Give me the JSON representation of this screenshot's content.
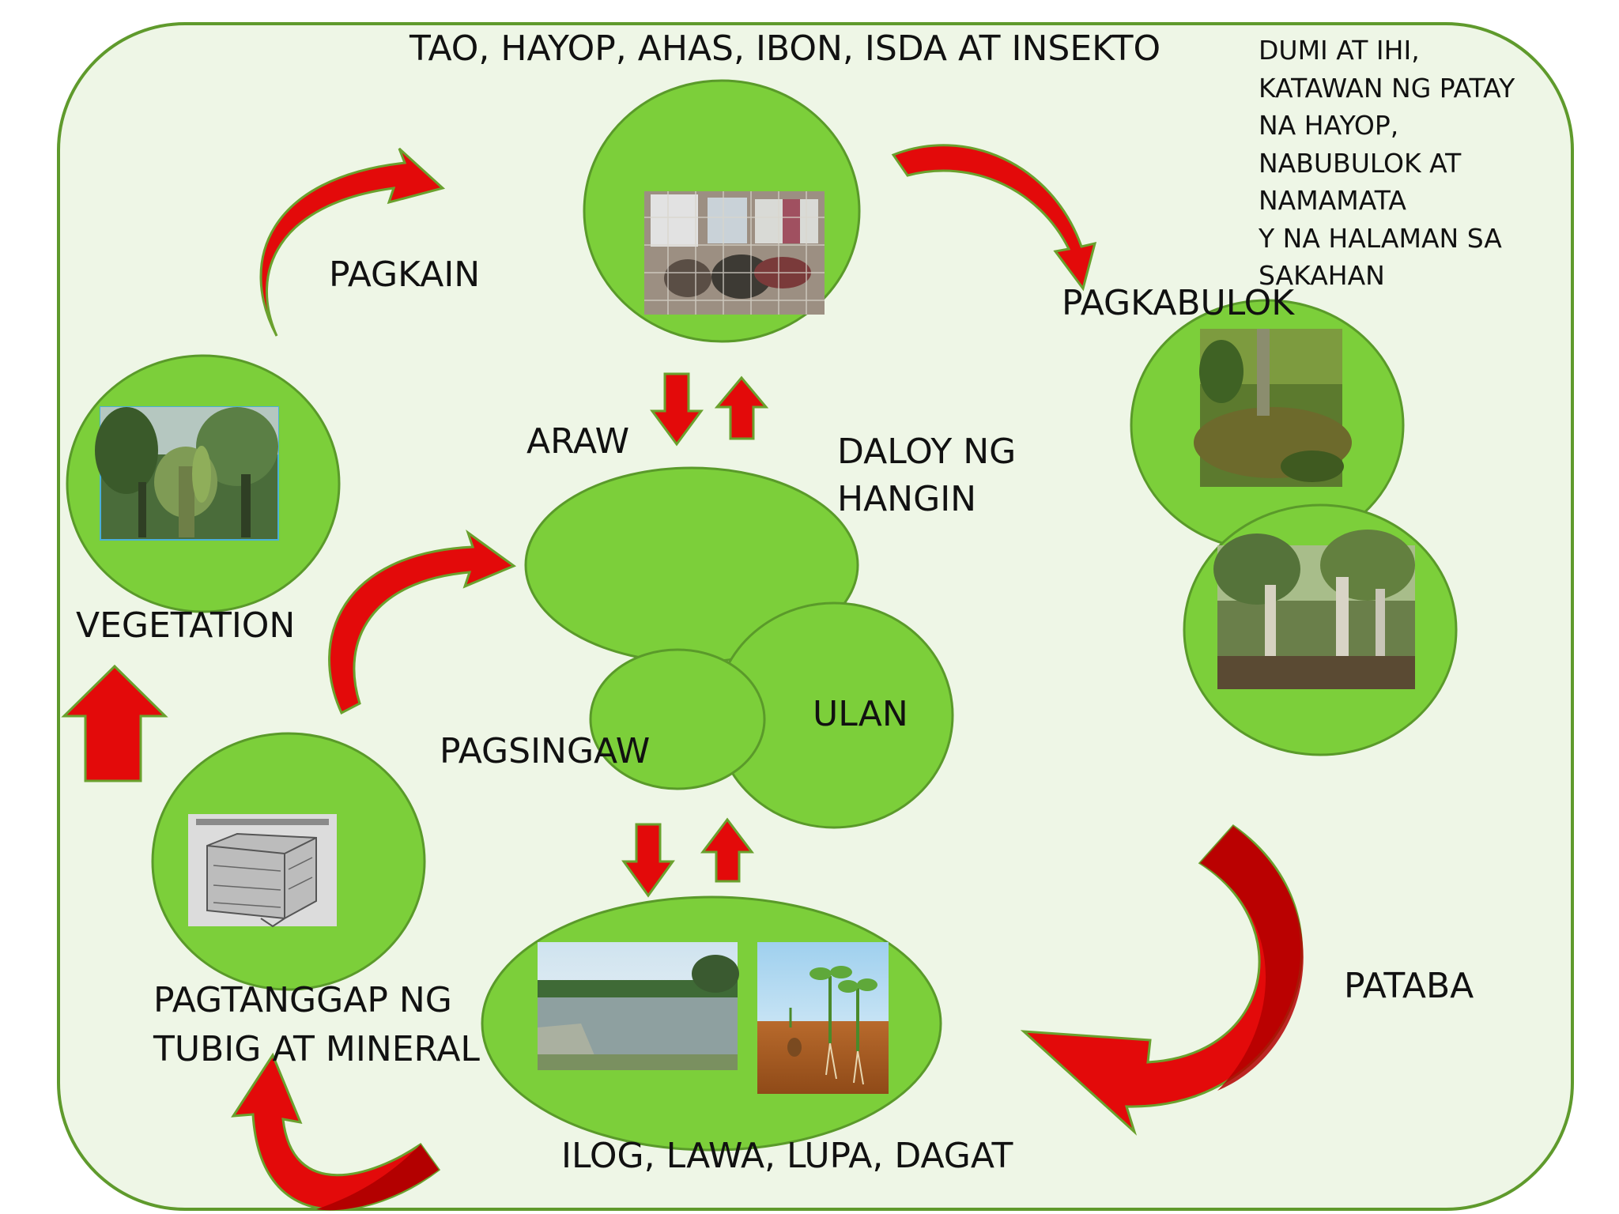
{
  "labels": {
    "top_title": "TAO, HAYOP, AHAS, IBON, ISDA AT INSEKTO",
    "pagkain": "PAGKAIN",
    "vegetation": "VEGETATION",
    "araw": "ARAW",
    "daloy_line1": "DALOY NG",
    "daloy_line2": "HANGIN",
    "ulan": "ULAN",
    "pagsingaw": "PAGSINGAW",
    "pagkabulok": "PAGKABULOK",
    "pataba": "PATABA",
    "pagtanggap_line1": "PAGTANGGAP NG",
    "pagtanggap_line2": "TUBIG AT MINERAL",
    "bottom": "ILOG, LAWA, LUPA, DAGAT"
  },
  "note_lines": [
    "DUMI AT IHI,",
    "KATAWAN NG PATAY",
    "NA HAYOP,",
    "NABUBULOK AT",
    "NAMAMATA",
    "Y NA HALAMAN SA",
    "SAKAHAN"
  ],
  "colors": {
    "background_panel": "#eef6e6",
    "panel_border": "#5f9a2c",
    "node_fill": "#7ccf3a",
    "node_stroke": "#5a9a2a",
    "arrow_fill": "#e30a0a",
    "arrow_dark": "#b30000",
    "arrow_outline": "#6aa12e"
  },
  "photos": {
    "animals": "animals-in-cage-photo",
    "vegetation": "banana-plants-photo",
    "decay": "forest-floor-photo",
    "farm": "banana-farm-photo",
    "soil": "soil-diagram-photo",
    "pond": "pond-photo",
    "seedling": "seedling-growth-photo"
  }
}
